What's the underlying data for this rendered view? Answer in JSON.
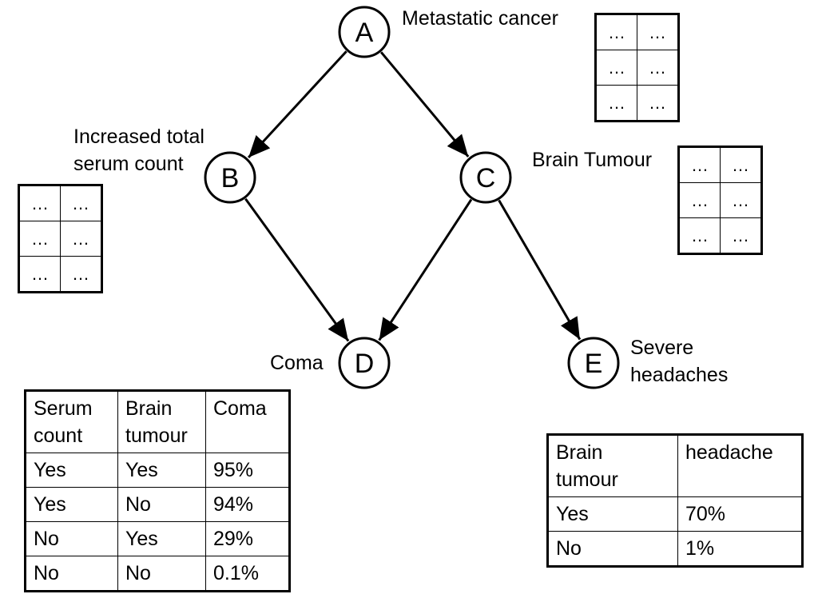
{
  "nodes": [
    {
      "id": "A",
      "letter": "A",
      "label": "Metastatic cancer"
    },
    {
      "id": "B",
      "letter": "B",
      "label": "Increased total serum count"
    },
    {
      "id": "C",
      "letter": "C",
      "label": "Brain Tumour"
    },
    {
      "id": "D",
      "letter": "D",
      "label": "Coma"
    },
    {
      "id": "E",
      "letter": "E",
      "label": "Severe headaches"
    }
  ],
  "edges": [
    {
      "from": "A",
      "to": "B"
    },
    {
      "from": "A",
      "to": "C"
    },
    {
      "from": "B",
      "to": "D"
    },
    {
      "from": "C",
      "to": "D"
    },
    {
      "from": "C",
      "to": "E"
    }
  ],
  "placeholder_tables": {
    "A": [
      [
        "…",
        "…"
      ],
      [
        "…",
        "…"
      ],
      [
        "…",
        "…"
      ]
    ],
    "B": [
      [
        "…",
        "…"
      ],
      [
        "…",
        "…"
      ],
      [
        "…",
        "…"
      ]
    ],
    "C": [
      [
        "…",
        "…"
      ],
      [
        "…",
        "…"
      ],
      [
        "…",
        "…"
      ]
    ]
  },
  "coma_table": {
    "headers": [
      "Serum count",
      "Brain tumour",
      "Coma"
    ],
    "rows": [
      [
        "Yes",
        "Yes",
        "95%"
      ],
      [
        "Yes",
        "No",
        "94%"
      ],
      [
        "No",
        "Yes",
        "29%"
      ],
      [
        "No",
        "No",
        "0.1%"
      ]
    ]
  },
  "headache_table": {
    "headers": [
      "Brain tumour",
      "headache"
    ],
    "rows": [
      [
        "Yes",
        "70%"
      ],
      [
        "No",
        "1%"
      ]
    ]
  }
}
